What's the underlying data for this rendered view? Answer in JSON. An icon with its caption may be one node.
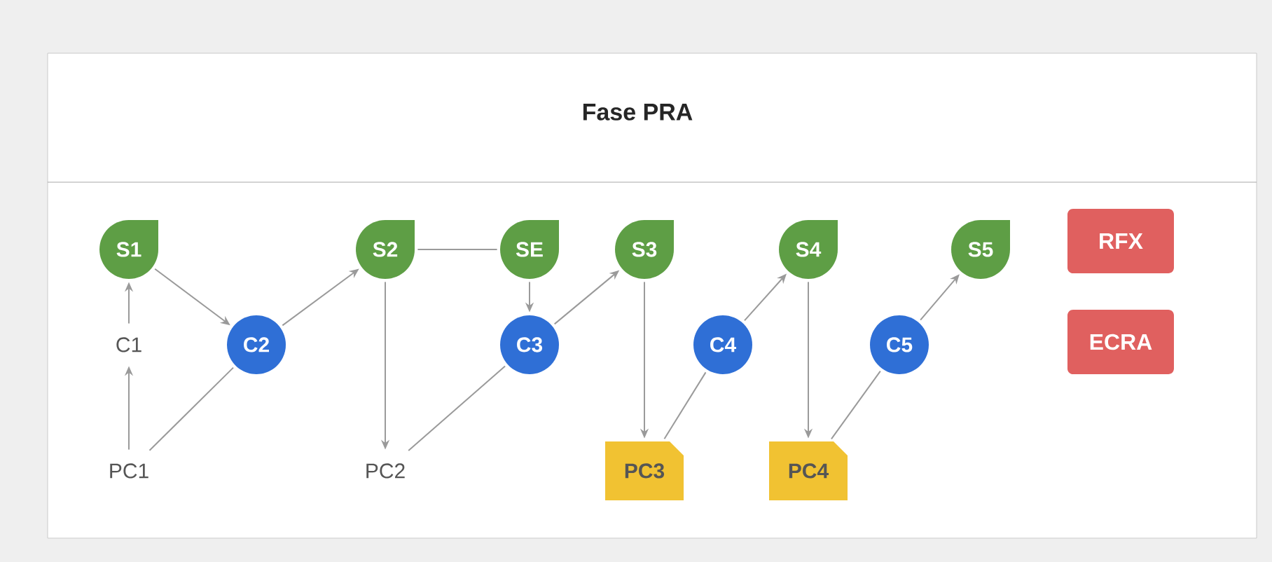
{
  "diagram": {
    "title": "Fase PRA",
    "nodes": [
      {
        "text": [
          "S1"
        ]
      },
      {
        "text": [
          "S2"
        ]
      },
      {
        "text": [
          "SE"
        ]
      },
      {
        "text": [
          "S3"
        ]
      },
      {
        "text": [
          "S4"
        ]
      },
      {
        "text": [
          "S5"
        ]
      },
      {
        "text": [
          "RFX"
        ]
      },
      {
        "text": [
          "C1"
        ]
      },
      {
        "text": [
          "C2"
        ]
      },
      {
        "text": [
          "C3"
        ]
      },
      {
        "text": [
          "C4"
        ]
      },
      {
        "text": [
          "C5"
        ]
      },
      {
        "text": [
          "ECRA"
        ]
      },
      {
        "text": [
          "PC1"
        ]
      },
      {
        "text": [
          "PC2"
        ]
      },
      {
        "text": [
          "PC3"
        ]
      },
      {
        "text": [
          "PC4"
        ]
      }
    ],
    "edges": [
      {
        "from": 7,
        "to": 0,
        "arrow": "to"
      },
      {
        "from": 13,
        "to": 7,
        "arrow": "to"
      },
      {
        "from": 0,
        "to": 8,
        "arrow": "to"
      },
      {
        "from": 13,
        "to": 8,
        "arrow": "none"
      },
      {
        "from": 8,
        "to": 1,
        "arrow": "to"
      },
      {
        "from": 1,
        "to": 2,
        "arrow": "none"
      },
      {
        "from": 1,
        "to": 14,
        "arrow": "to"
      },
      {
        "from": 2,
        "to": 9,
        "arrow": "to"
      },
      {
        "from": 14,
        "to": 9,
        "arrow": "none"
      },
      {
        "from": 9,
        "to": 3,
        "arrow": "to"
      },
      {
        "from": 3,
        "to": 15,
        "arrow": "to"
      },
      {
        "from": 15,
        "to": 10,
        "arrow": "none"
      },
      {
        "from": 10,
        "to": 4,
        "arrow": "to"
      },
      {
        "from": 4,
        "to": 16,
        "arrow": "to"
      },
      {
        "from": 16,
        "to": 11,
        "arrow": "none"
      },
      {
        "from": 11,
        "to": 5,
        "arrow": "to"
      }
    ]
  }
}
